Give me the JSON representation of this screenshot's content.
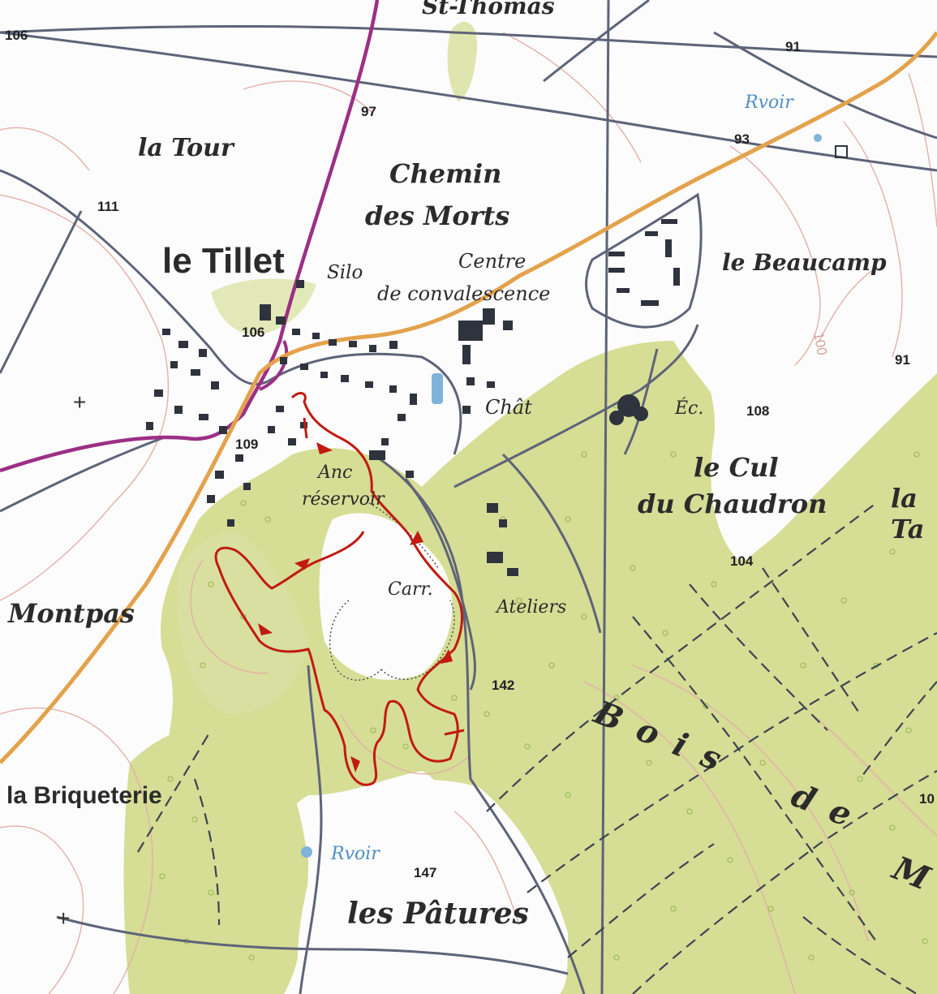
{
  "map": {
    "labels": {
      "st_thomas": "St-Thomas",
      "la_tour": "la Tour",
      "chemin": "Chemin",
      "des_morts": "des Morts",
      "le_tillet": "le Tillet",
      "silo": "Silo",
      "centre": "Centre",
      "de_convalescence": "de convalescence",
      "le_beaucamp": "le Beaucamp",
      "rvoir_ne": "Rvoir",
      "chat": "Chât",
      "ec": "Éc.",
      "le_cul": "le Cul",
      "du_chaudron": "du Chaudron",
      "la_ta": "la Ta",
      "anc": "Anc",
      "reservoir": "réservoir",
      "carr": "Carr.",
      "ateliers": "Ateliers",
      "montpas": "Montpas",
      "bois": "Bois",
      "de": "de",
      "m": "M",
      "la_briqueterie": "la Briqueterie",
      "rvoir_s": "Rvoir",
      "les_patures": "les Pâtures"
    },
    "spot_heights": {
      "h106": "106",
      "h97": "97",
      "h91_top": "91",
      "h93": "93",
      "h111": "111",
      "h106b": "106",
      "h91_right": "91",
      "h108": "108",
      "h109": "109",
      "h104": "104",
      "h142": "142",
      "h147": "147",
      "h10": "10",
      "contour_100": "100"
    },
    "colors": {
      "paper": "#fcfcfc",
      "woodland": "#d6dd95",
      "woodland_dark": "#c9d27c",
      "contour": "#e3b0a8",
      "road_main": "#e3a24b",
      "road_purple": "#9c2f86",
      "road_grey": "#5d6478",
      "hiking_route": "#c11a10",
      "water": "#7fb4da",
      "text": "#2b2b2b"
    }
  }
}
